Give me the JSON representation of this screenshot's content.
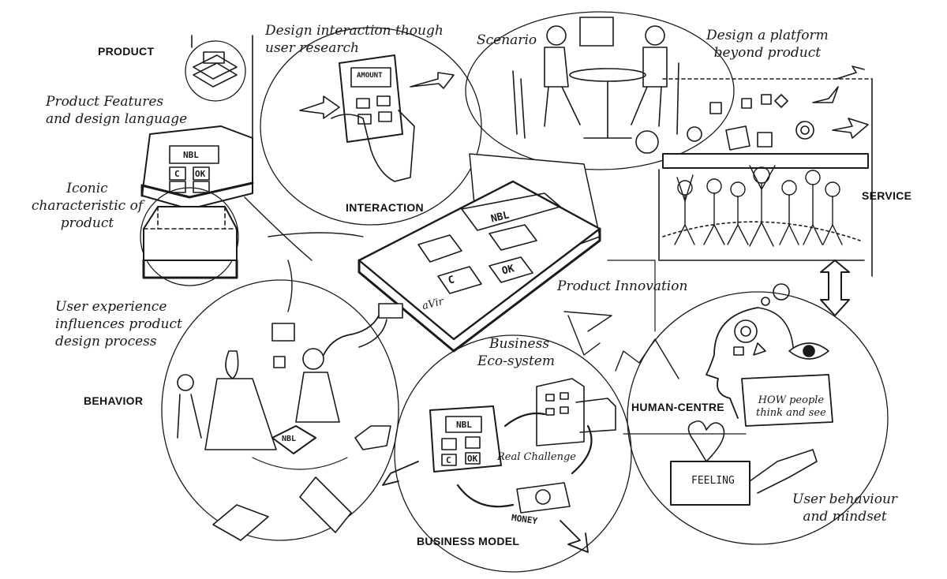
{
  "section_labels": {
    "product": "PRODUCT",
    "interaction": "INTERACTION",
    "service": "SERVICE",
    "behavior": "BEHAVIOR",
    "business_model": "BUSINESS MODEL",
    "human_centre": "HUMAN-CENTRE"
  },
  "notes": {
    "design_interaction_l1": "Design interaction though",
    "design_interaction_l2": "user research",
    "scenario": "Scenario",
    "design_platform_l1": "Design a platform",
    "design_platform_l2": "beyond product",
    "product_features_l1": "Product Features",
    "product_features_l2": "and design language",
    "iconic_l1": "Iconic",
    "iconic_l2": "characteristic of",
    "iconic_l3": "product",
    "user_experience_l1": "User experience",
    "user_experience_l2": "influences product",
    "user_experience_l3": "design process",
    "product_innovation": "Product Innovation",
    "business_l1": "Business",
    "business_l2": "Eco-system",
    "real_challenge": "Real Challenge",
    "money": "MONEY",
    "how_people_l1": "HOW people",
    "how_people_l2": "think and see",
    "feeling": "FEELING",
    "user_behaviour_l1": "User behaviour",
    "user_behaviour_l2": "and mindset"
  },
  "device_labels": {
    "amount": "AMOUNT",
    "nbl": "NBL",
    "c_key": "C",
    "ok_key": "OK",
    "brand": "aVir"
  }
}
